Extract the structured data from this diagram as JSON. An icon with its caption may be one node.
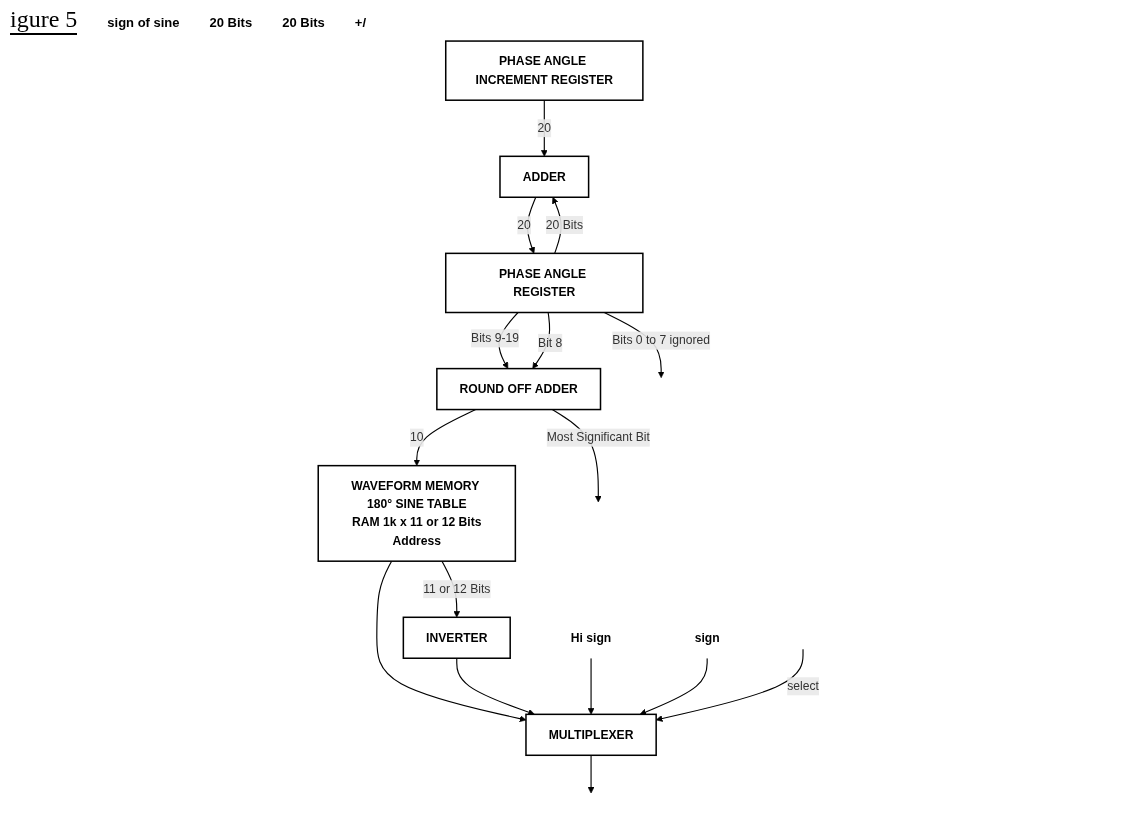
{
  "diagram": {
    "title": "igure 5",
    "nodes": [
      {
        "text": [
          "WAVEFORM MEMORY 180° SINE TABLE",
          "RAM 1k x 11 or 12 Bits",
          "Address"
        ]
      },
      {
        "text": [
          "PHASE ANGLE INCREMENT REGISTER"
        ]
      },
      {
        "text": [
          "ROUND OFF ADDER"
        ]
      },
      {
        "text": [
          "INVERTER"
        ]
      },
      {
        "text": [
          "ADDER"
        ]
      },
      {
        "text": [
          "MULTIPLEXER"
        ]
      },
      {
        "text": [
          "PHASE ANGLE REGISTER"
        ]
      },
      {
        "text": [
          "Hi sign"
        ]
      },
      {
        "text": [
          "sign"
        ]
      }
    ],
    "edges": [
      {
        "from": 1,
        "to": 4,
        "arrow": "to",
        "label": "20"
      },
      {
        "from": 4,
        "to": 6,
        "arrow": "to",
        "label": "20"
      },
      {
        "from": 6,
        "to": 4,
        "arrow": "to",
        "label": "20 Bits"
      },
      {
        "from": 6,
        "to": 2,
        "arrow": "to",
        "label": "Bits 9-19"
      },
      {
        "from": 6,
        "to": 2,
        "arrow": "to",
        "label": "Bit 8"
      },
      {
        "from": 6,
        "to": null,
        "arrow": "to",
        "label": "Bits 0 to 7 ignored"
      },
      {
        "from": 2,
        "to": 0,
        "arrow": "to",
        "label": "10"
      },
      {
        "from": 2,
        "to": null,
        "arrow": "to",
        "label": "Most Significant Bit"
      },
      {
        "from": 0,
        "to": 3,
        "arrow": "to",
        "label": "11 or 12 Bits"
      },
      {
        "from": 0,
        "to": 5,
        "arrow": "to"
      },
      {
        "from": 3,
        "to": 5,
        "arrow": "to"
      },
      {
        "from": 7,
        "to": 5,
        "arrow": "to"
      },
      {
        "from": 8,
        "to": 5,
        "arrow": "to"
      },
      {
        "from": null,
        "to": 5,
        "arrow": "to",
        "label": "select"
      },
      {
        "from": 5,
        "to": null,
        "arrow": "to"
      }
    ],
    "labels": [
      "sign of sine",
      "20 Bits",
      "20 Bits",
      "+/"
    ]
  }
}
